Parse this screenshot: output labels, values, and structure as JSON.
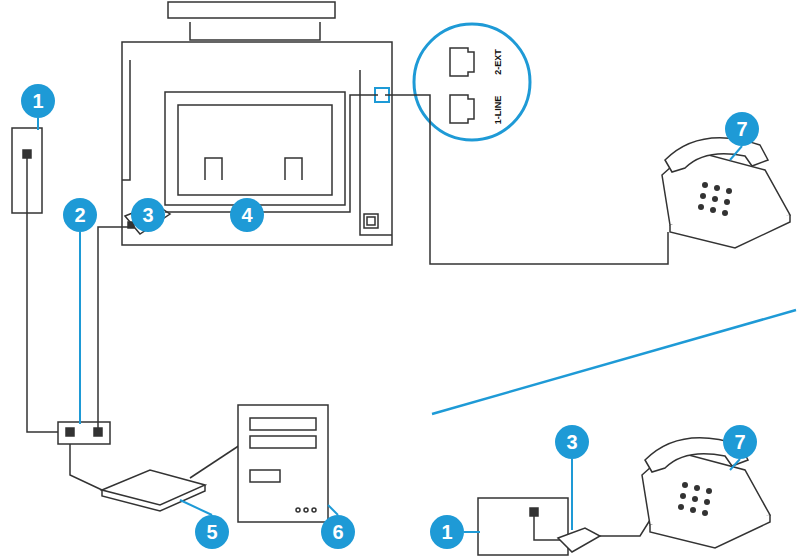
{
  "diagram": {
    "labels": [
      "1",
      "7",
      "2-EXT",
      "1-LINE",
      "2",
      "3",
      "4",
      "1",
      "3",
      "7",
      "5",
      "6"
    ]
  }
}
